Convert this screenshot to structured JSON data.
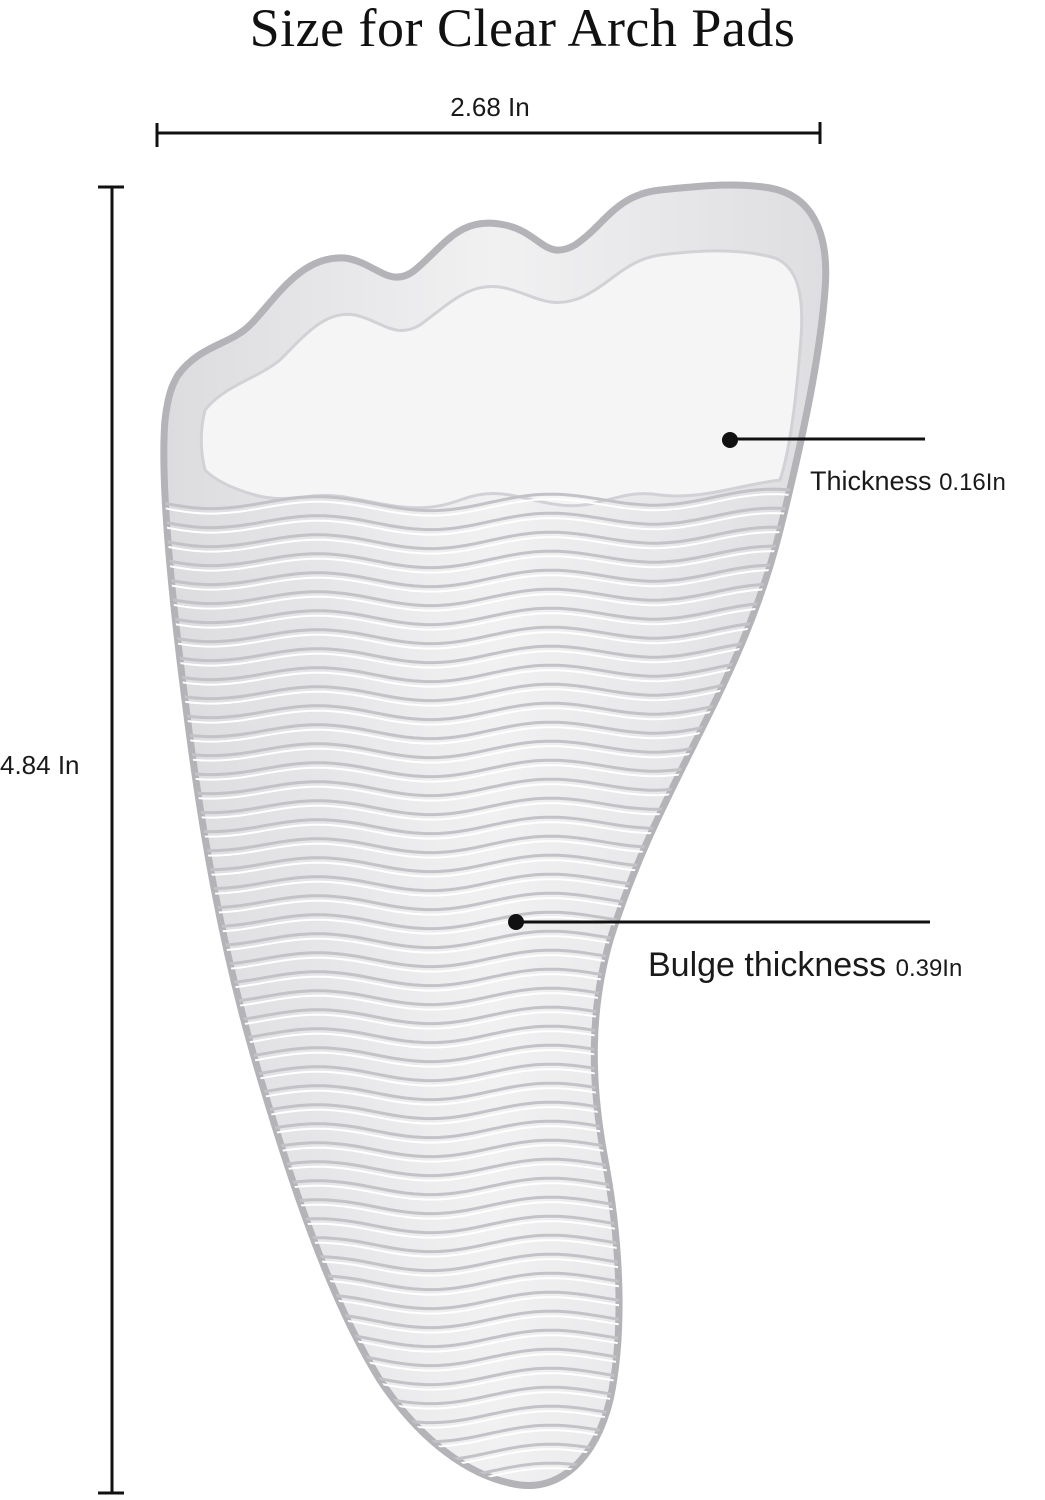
{
  "title": "Size for Clear Arch Pads",
  "dimensions": {
    "width": "2.68 In",
    "height": "4.84 In"
  },
  "callouts": {
    "thickness": {
      "label": "Thickness",
      "value": "0.16In"
    },
    "bulge": {
      "label": "Bulge thickness",
      "value": "0.39In"
    }
  },
  "colors": {
    "text": "#1a1a1a",
    "pad_fill": "#e9e9ea",
    "pad_edge": "#b9b9bd",
    "ridge": "#c4c4c8",
    "line": "#111111"
  }
}
